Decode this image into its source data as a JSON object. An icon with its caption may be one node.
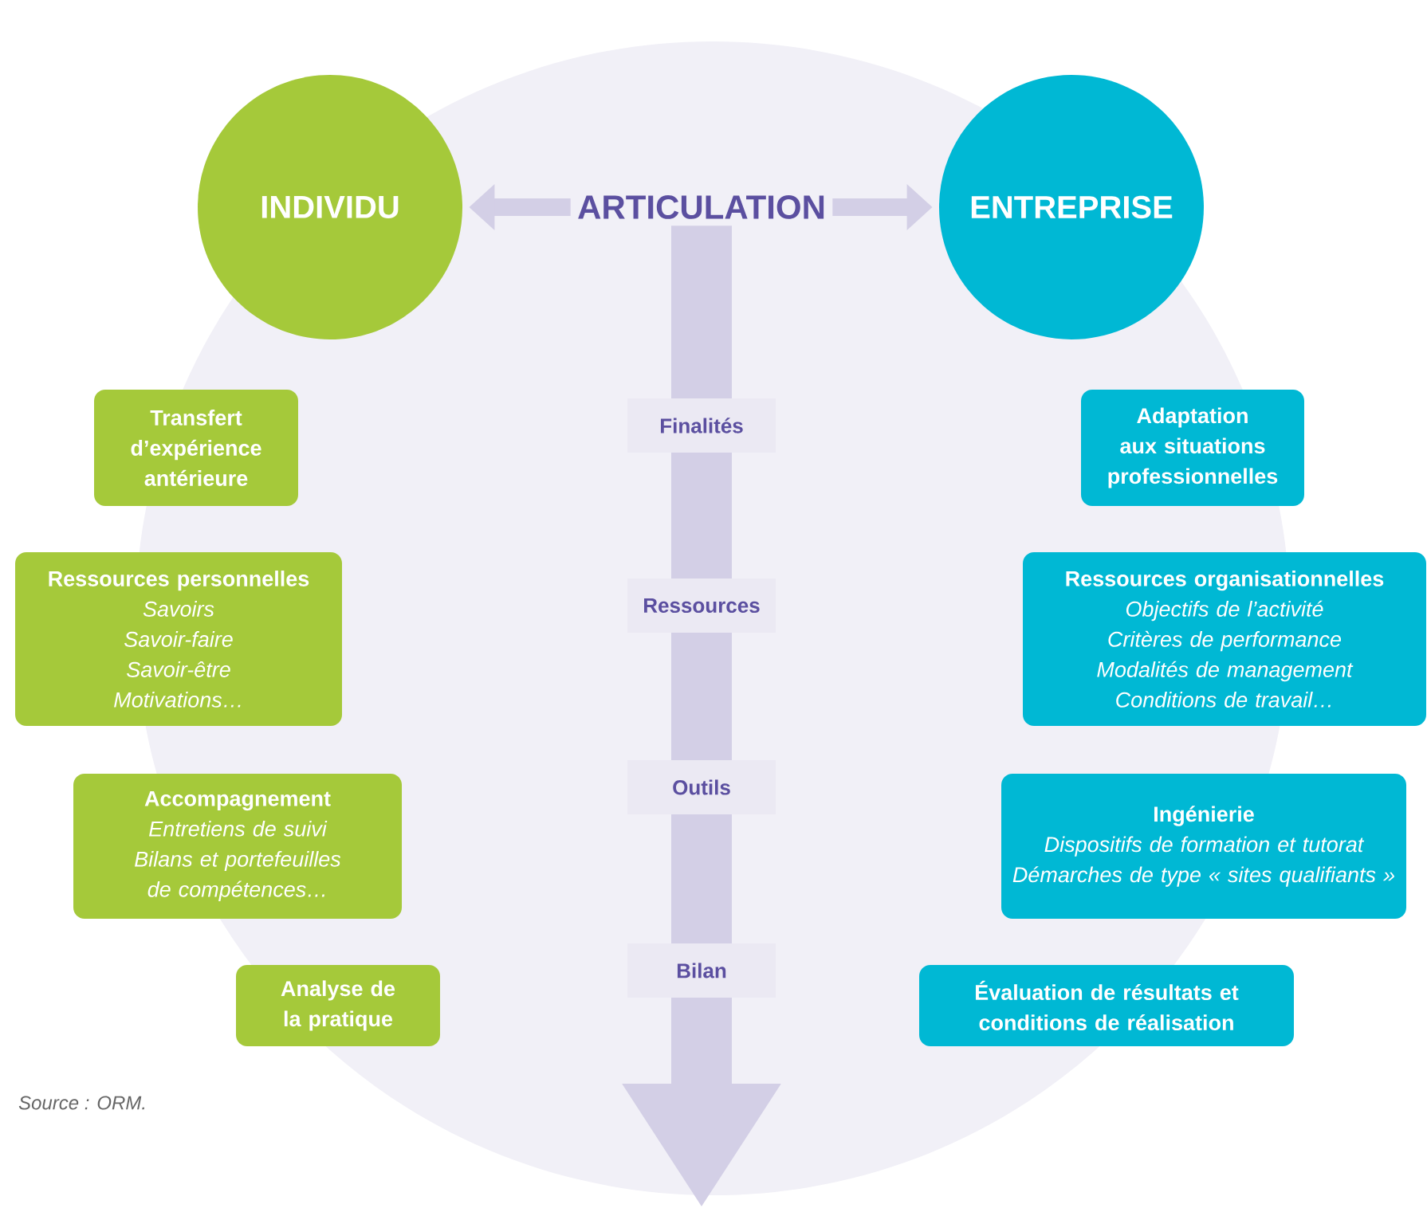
{
  "diagram": {
    "nodes": [
      {
        "text": [
          "ARTICULATION"
        ]
      },
      {
        "text": [
          "INDIVIDU"
        ]
      },
      {
        "text": [
          "ENTREPRISE"
        ]
      },
      {
        "text": [
          "Finalités"
        ]
      },
      {
        "text": [
          "Ressources"
        ]
      },
      {
        "text": [
          "Outils"
        ]
      },
      {
        "text": [
          "Bilan"
        ]
      },
      {
        "text": [
          "Transfert d’expérience antérieure"
        ]
      },
      {
        "text": [
          "Adaptation aux situations professionnelles"
        ]
      },
      {
        "text": [
          "Ressources personnelles",
          "Savoirs",
          "Savoir-faire",
          "Savoir-être",
          "Motivations…"
        ]
      },
      {
        "text": [
          "Ressources organisationnelles",
          "Objectifs de l’activité",
          "Critères de performance",
          "Modalités de management",
          "Conditions de travail…"
        ]
      },
      {
        "text": [
          "Accompagnement",
          "Entretiens de suivi",
          "Bilans et portefeuilles de compétences…"
        ]
      },
      {
        "text": [
          "Ingénierie",
          "Dispositifs de formation et tutorat",
          "Démarches de type « sites qualifiants »"
        ]
      },
      {
        "text": [
          "Analyse de la pratique"
        ]
      },
      {
        "text": [
          "Évaluation de résultats et conditions de réalisation"
        ]
      }
    ],
    "edges": [
      {
        "from": 0,
        "to": 1,
        "arrow": "to"
      },
      {
        "from": 0,
        "to": 2,
        "arrow": "to"
      },
      {
        "from": 0,
        "to": null,
        "arrow": "to",
        "style": "thick"
      }
    ],
    "labels": [
      "Source : ORM."
    ]
  }
}
